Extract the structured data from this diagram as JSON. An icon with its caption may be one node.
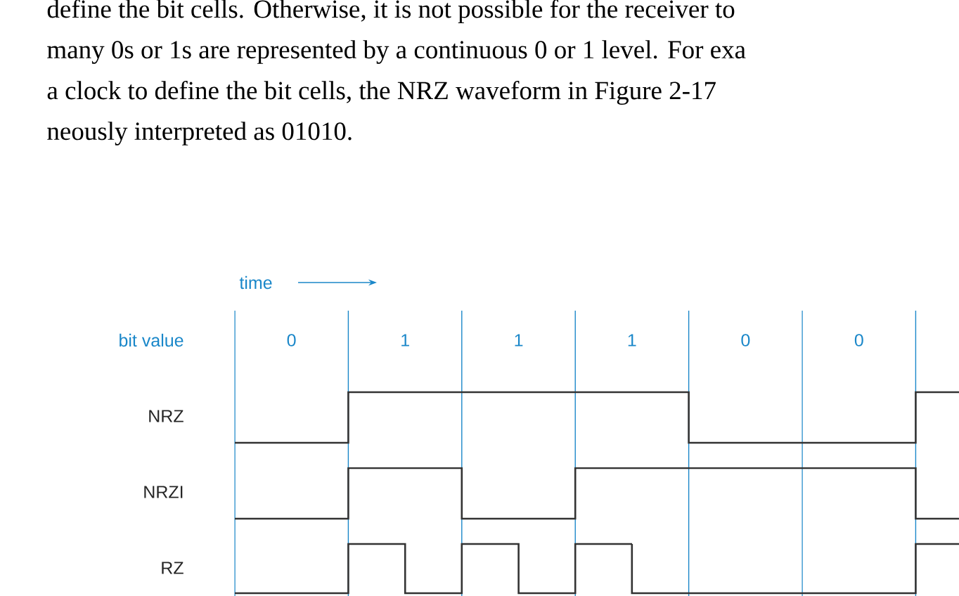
{
  "diagram": {
    "labels": [
      "define the bit cells. Otherwise, it is not possible for the receiver to",
      "many 0s or 1s are represented by a continuous 0 or 1 level. For exa",
      "a clock to define the bit cells, the NRZ waveform in Figure 2-17",
      "neously interpreted as 01010.",
      "time",
      "bit value",
      "0",
      "1",
      "1",
      "1",
      "0",
      "0",
      "NRZ",
      "NRZI",
      "RZ"
    ]
  }
}
